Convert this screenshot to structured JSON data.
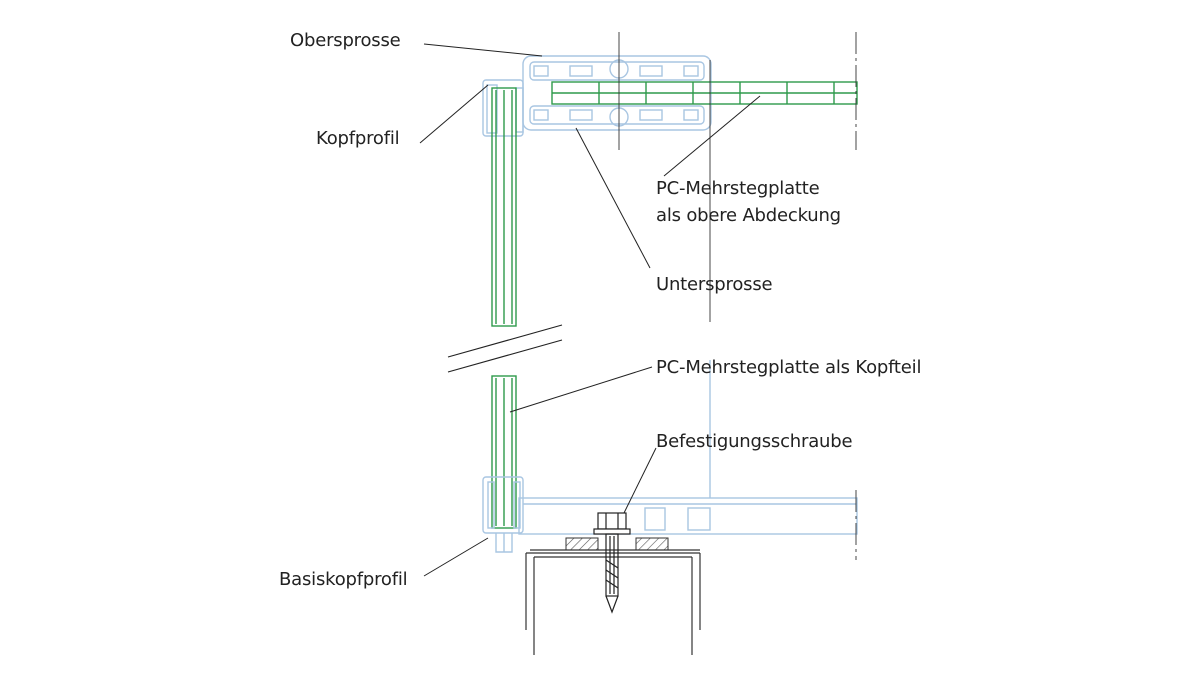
{
  "labels": {
    "obersprosse": "Obersprosse",
    "kopfprofil": "Kopfprofil",
    "pc_abdeckung_line1": "PC-Mehrstegplatte",
    "pc_abdeckung_line2": "als obere Abdeckung",
    "untersprosse": "Untersprosse",
    "pc_kopfteil": "PC-Mehrstegplatte als Kopfteil",
    "befestigungsschraube": "Befestigungsschraube",
    "basiskopfprofil": "Basiskopfprofil"
  },
  "colors": {
    "profile_stroke": "#a9c6e2",
    "panel_green": "#2e9a4b",
    "line": "#222222",
    "hatch": "#555555"
  }
}
